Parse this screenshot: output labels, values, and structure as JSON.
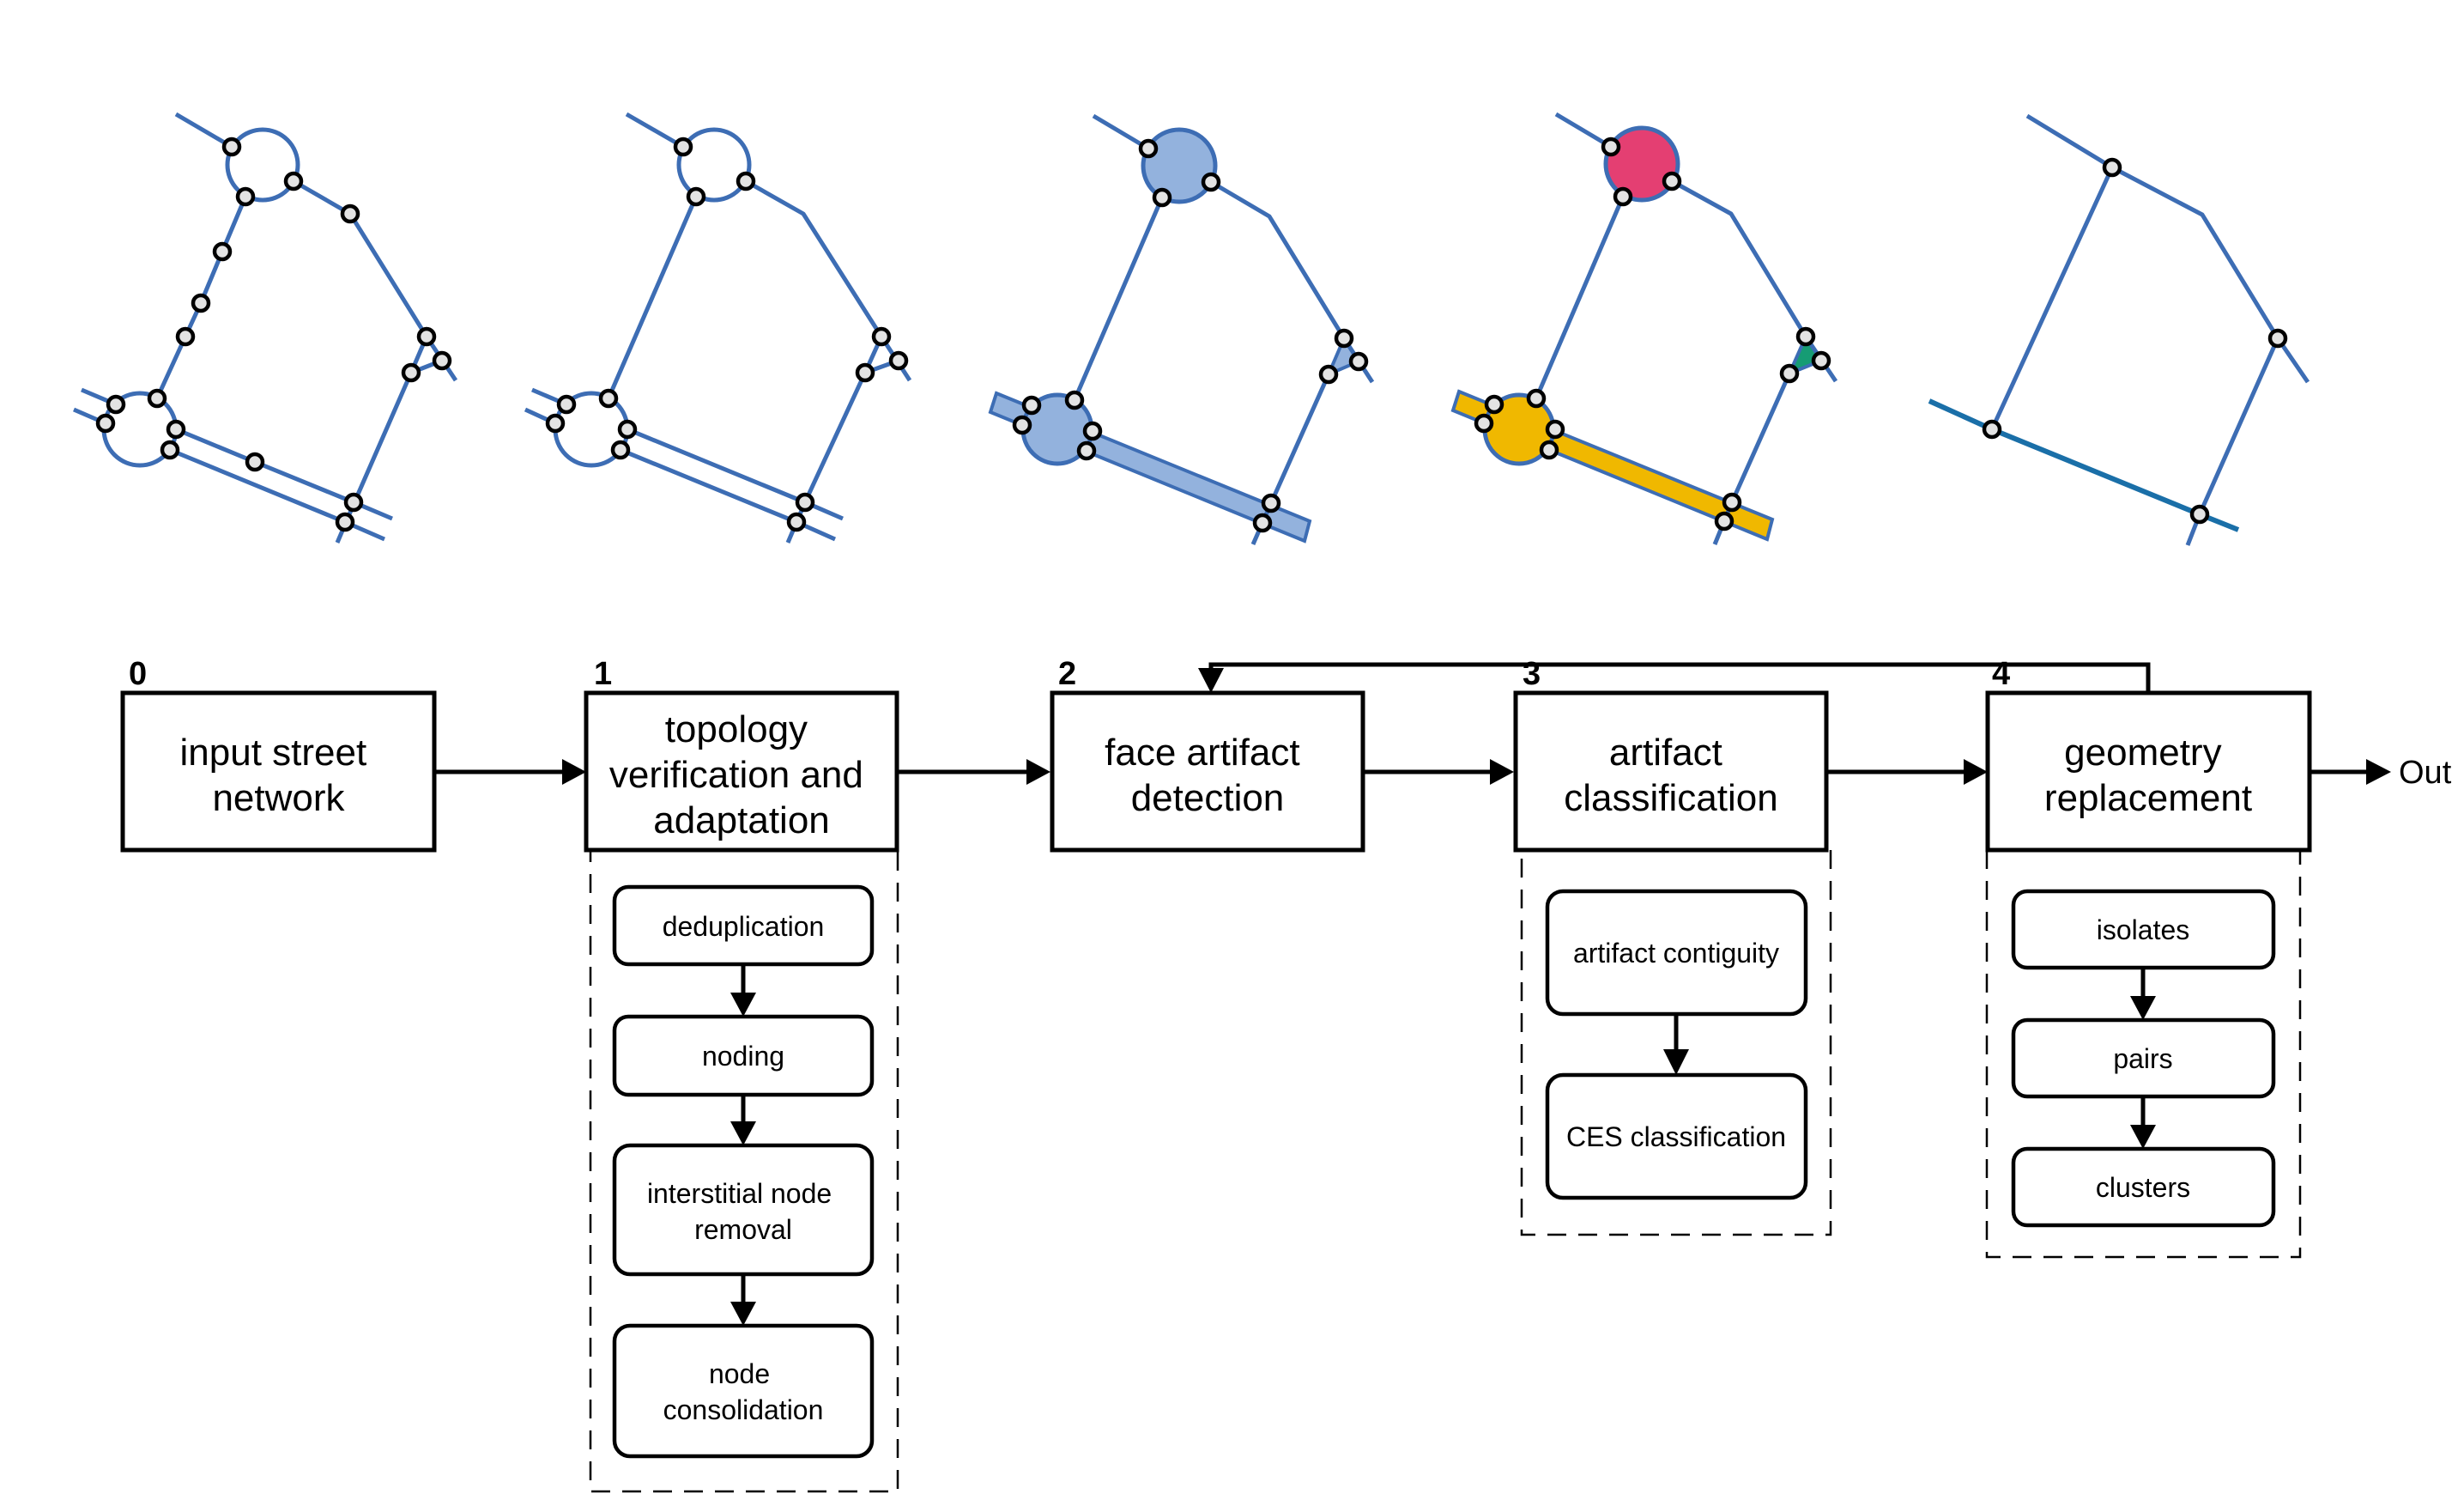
{
  "figure": {
    "colors": {
      "street": "#3d6db4",
      "node_fill": "#e3e3e3",
      "artifact_detected": "#93b2dd",
      "artifact_class_a": "#e43f72",
      "artifact_class_b": "#f0b800",
      "artifact_class_c": "#169c74",
      "simplified_street": "#1a6fa8"
    },
    "panels": [
      {
        "id": 0,
        "description": "input street network"
      },
      {
        "id": 1,
        "description": "after topology verification and adaptation"
      },
      {
        "id": 2,
        "description": "detected face artifacts"
      },
      {
        "id": 3,
        "description": "classified face artifacts"
      },
      {
        "id": 4,
        "description": "simplified geometry"
      }
    ]
  },
  "flow": {
    "steps": [
      {
        "number": "0",
        "lines": [
          "input street",
          "network"
        ]
      },
      {
        "number": "1",
        "lines": [
          "topology",
          "verification and",
          "adaptation"
        ],
        "substeps": [
          {
            "lines": [
              "deduplication"
            ]
          },
          {
            "lines": [
              "noding"
            ]
          },
          {
            "lines": [
              "interstitial node",
              "removal"
            ]
          },
          {
            "lines": [
              "node",
              "consolidation"
            ]
          }
        ]
      },
      {
        "number": "2",
        "lines": [
          "face artifact",
          "detection"
        ]
      },
      {
        "number": "3",
        "lines": [
          "artifact",
          "classification"
        ],
        "substeps": [
          {
            "lines": [
              "artifact contiguity"
            ]
          },
          {
            "lines": [
              "CES classification"
            ]
          }
        ]
      },
      {
        "number": "4",
        "lines": [
          "geometry",
          "replacement"
        ],
        "substeps": [
          {
            "lines": [
              "isolates"
            ]
          },
          {
            "lines": [
              "pairs"
            ]
          },
          {
            "lines": [
              "clusters"
            ]
          }
        ]
      }
    ],
    "output_label": "Out",
    "loop": {
      "from_step": "4",
      "to_step": "2"
    }
  }
}
